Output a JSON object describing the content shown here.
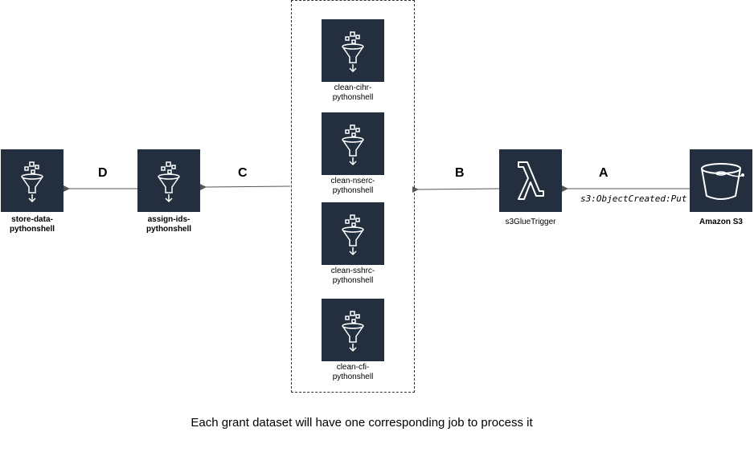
{
  "nodes": {
    "store": {
      "line1": "store-data-",
      "line2": "pythonshell",
      "icon": "glue-funnel-icon"
    },
    "assign": {
      "line1": "assign-ids-",
      "line2": "pythonshell",
      "icon": "glue-funnel-icon"
    },
    "cihr": {
      "line1": "clean-cihr-",
      "line2": "pythonshell",
      "icon": "glue-funnel-icon"
    },
    "nserc": {
      "line1": "clean-nserc-",
      "line2": "pythonshell",
      "icon": "glue-funnel-icon"
    },
    "sshrc": {
      "line1": "clean-sshrc-",
      "line2": "pythonshell",
      "icon": "glue-funnel-icon"
    },
    "cfi": {
      "line1": "clean-cfi-",
      "line2": "pythonshell",
      "icon": "glue-funnel-icon"
    },
    "lambda": {
      "label": "s3GlueTrigger",
      "icon": "lambda-icon"
    },
    "s3": {
      "label": "Amazon S3",
      "icon": "s3-bucket-icon"
    }
  },
  "edges": {
    "a": {
      "letter": "A",
      "label": "s3:ObjectCreated:Put"
    },
    "b": {
      "letter": "B"
    },
    "c": {
      "letter": "C"
    },
    "d": {
      "letter": "D"
    }
  },
  "footer": "Each grant dataset will have one corresponding job to process it",
  "colors": {
    "tile": "#232f3e",
    "arrow": "#555555"
  }
}
